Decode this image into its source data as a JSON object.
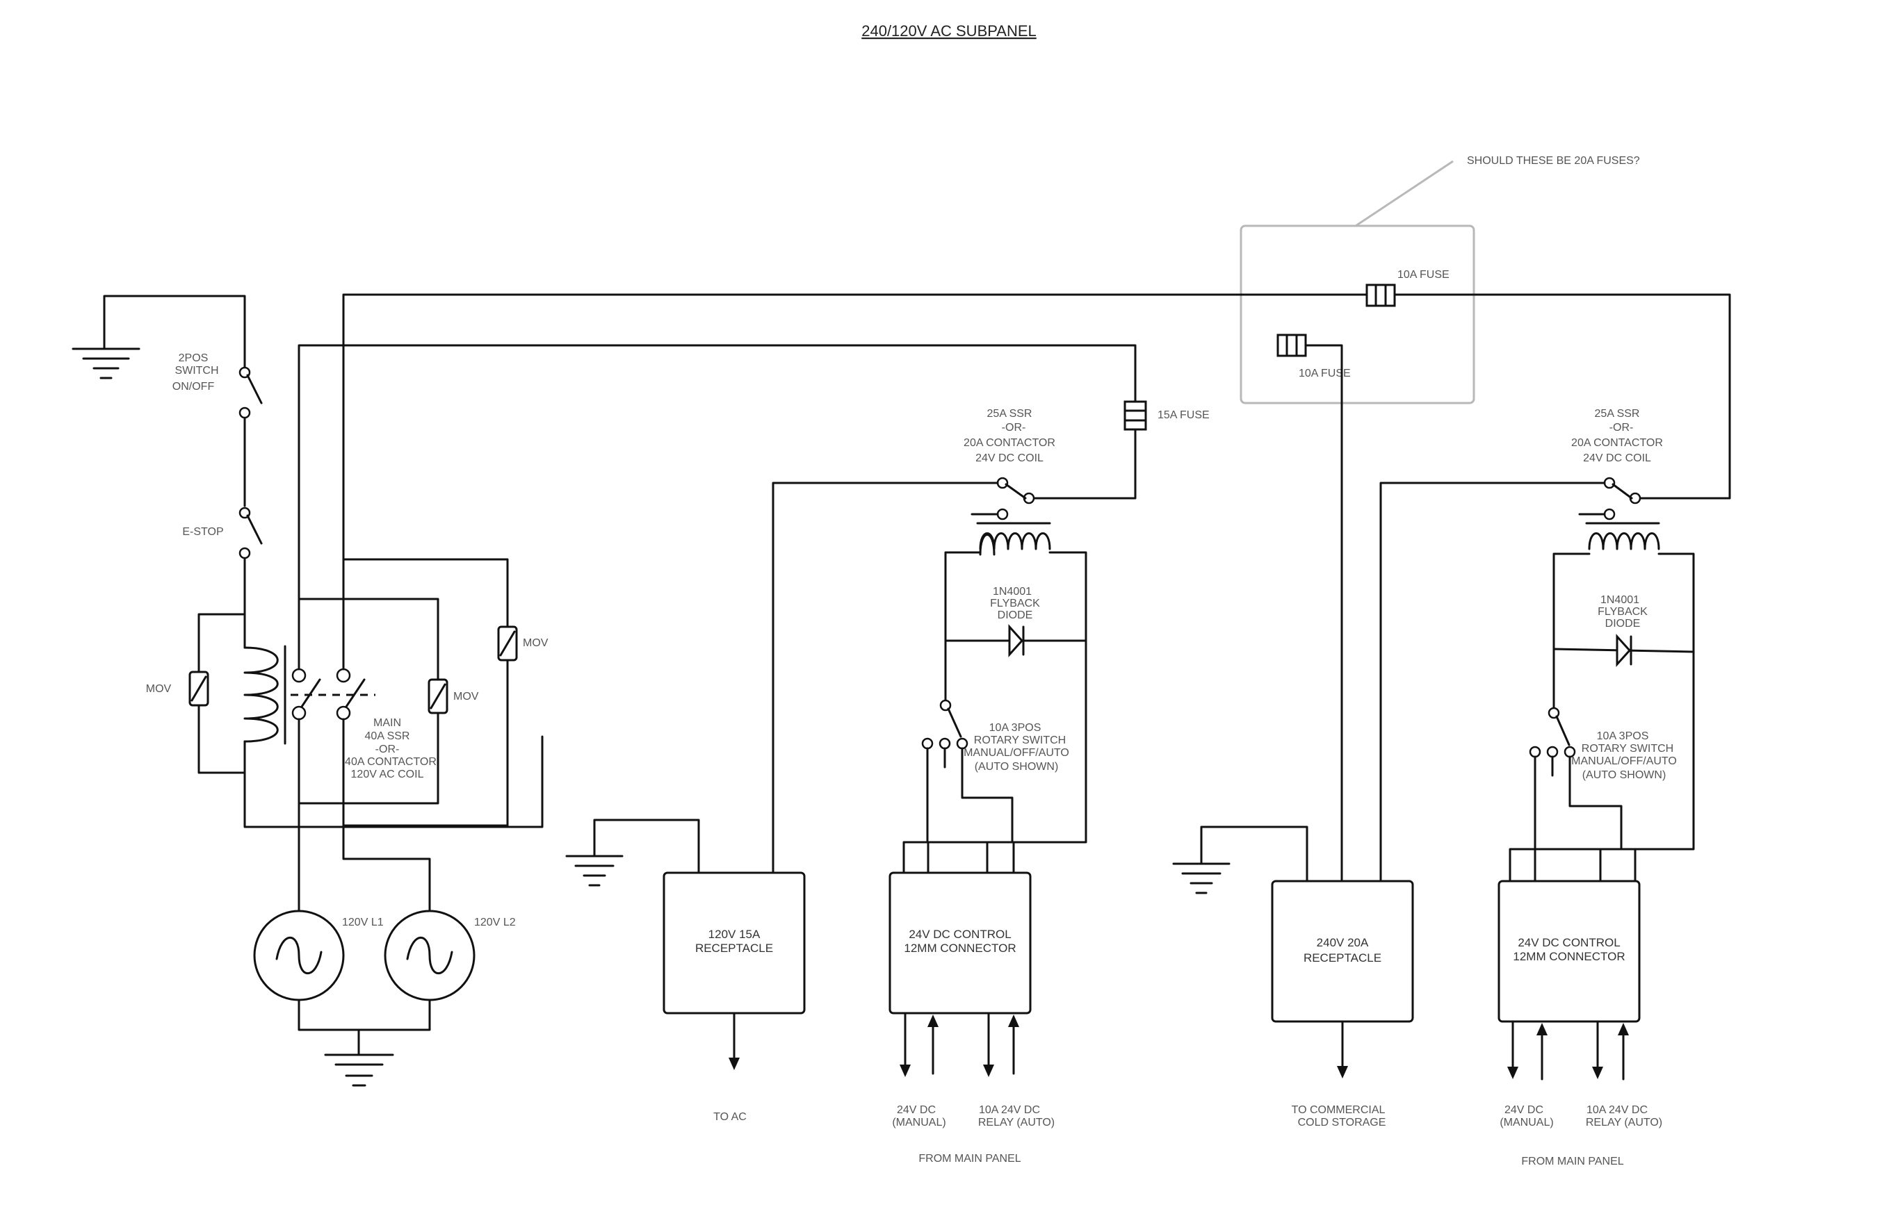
{
  "title": "240/120V AC SUBPANEL",
  "note": "SHOULD THESE BE 20A FUSES?",
  "labels": {
    "switch_2pos": [
      "2POS",
      "SWITCH",
      "ON/OFF"
    ],
    "estop": "E-STOP",
    "mov": "MOV",
    "main_ssr": [
      "MAIN",
      "40A SSR",
      "-OR-",
      "40A CONTACTOR",
      "120V AC COIL"
    ],
    "source_l1": "120V L1",
    "source_l2": "120V L2",
    "fuse_10a": "10A FUSE",
    "fuse_15a": "15A FUSE",
    "ssr_25a": [
      "25A SSR",
      "-OR-",
      "20A CONTACTOR",
      "24V DC COIL"
    ],
    "diode": [
      "1N4001",
      "FLYBACK",
      "DIODE"
    ],
    "rotary": [
      "10A 3POS",
      "ROTARY SWITCH",
      "MANUAL/OFF/AUTO",
      "(AUTO SHOWN)"
    ],
    "rec_120": [
      "120V 15A",
      "RECEPTACLE"
    ],
    "rec_240": [
      "240V 20A",
      "RECEPTACLE"
    ],
    "dc_conn": [
      "24V DC CONTROL",
      "12MM CONNECTOR"
    ],
    "to_ac": "TO AC",
    "to_cold": [
      "TO COMMERCIAL",
      "COLD STORAGE"
    ],
    "dc_manual": [
      "24V DC",
      "(MANUAL)"
    ],
    "dc_relay": [
      "10A 24V DC",
      "RELAY (AUTO)"
    ],
    "from_main": "FROM MAIN PANEL"
  }
}
